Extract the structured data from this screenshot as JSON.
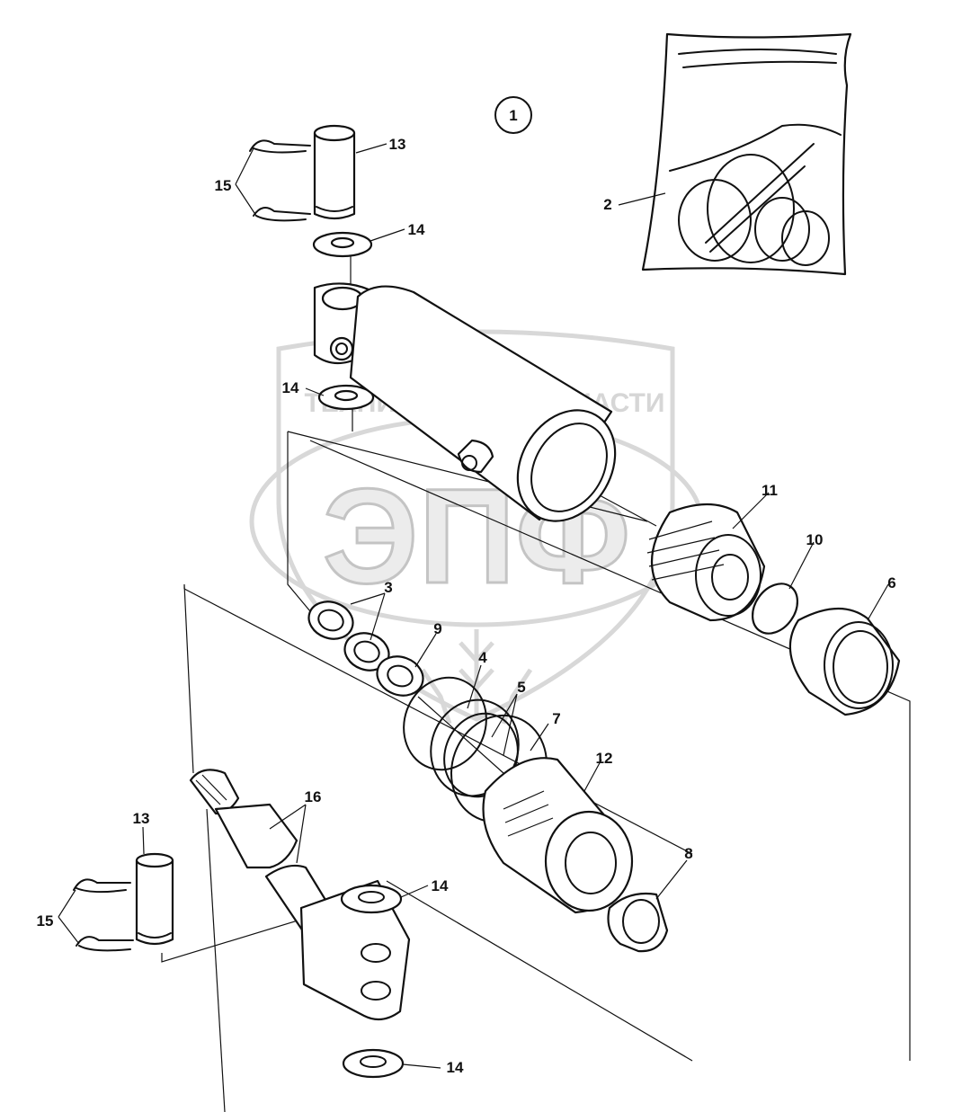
{
  "watermark": {
    "line1_left": "ТЕХНИКА",
    "line1_right": "ЗАПЧАСТИ",
    "big": "ЭПФ"
  },
  "callouts": {
    "c1": "1",
    "c2": "2",
    "c3": "3",
    "c4": "4",
    "c5": "5",
    "c6": "6",
    "c7": "7",
    "c8": "8",
    "c9": "9",
    "c10": "10",
    "c11": "11",
    "c12": "12",
    "c13_top": "13",
    "c13_bottom": "13",
    "c14_a": "14",
    "c14_b": "14",
    "c14_c": "14",
    "c14_d": "14",
    "c15_top": "15",
    "c15_bottom": "15",
    "c16": "16"
  }
}
